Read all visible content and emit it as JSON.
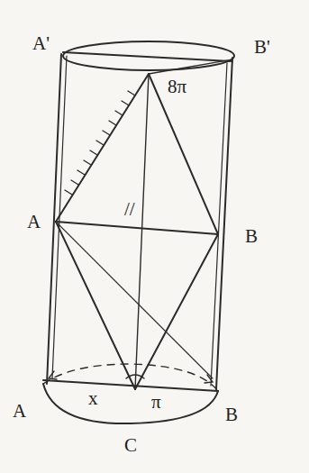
{
  "diagram": {
    "labels": [
      "A'",
      "B'",
      "8π",
      "A",
      "//",
      "B",
      "x",
      "π",
      "A",
      "B",
      "C"
    ]
  }
}
